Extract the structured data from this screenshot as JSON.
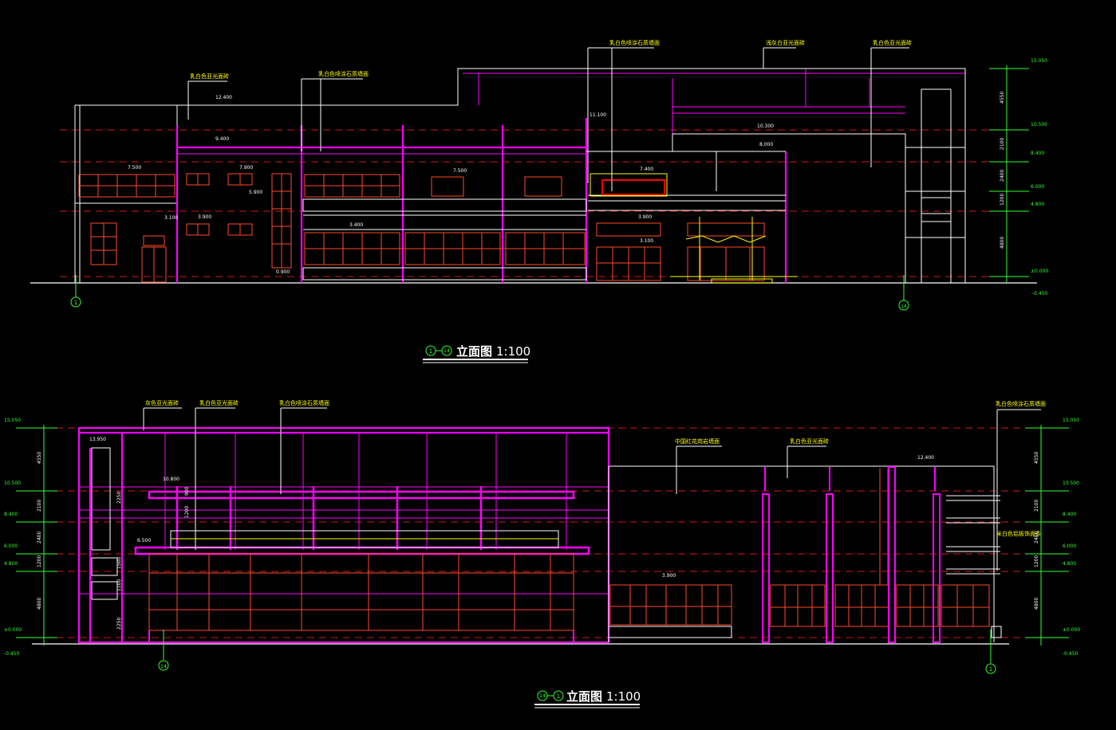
{
  "colors": {
    "background": "#000000",
    "outline": "#ffffff",
    "structure": "#ff00ff",
    "window": "#ff4a2a",
    "annotation": "#ffff00",
    "dimension": "#33ff33",
    "level_line": "#cc1a1a"
  },
  "top": {
    "title": "立面图",
    "title_axis_from": "1",
    "title_axis_to": "14",
    "scale": "1:100",
    "axis_left": "1",
    "axis_right": "14",
    "notes": [
      "乳白色亚光面砖",
      "乳白色喷涂石质墙面",
      "乳白色喷涂石质墙面",
      "浅灰白亚光面砖",
      "乳白色亚光面砖"
    ],
    "levels": [
      "15.050",
      "10.500",
      "8.400",
      "6.000",
      "4.800",
      "±0.000",
      "-0.450"
    ],
    "dims": [
      "4550",
      "2100",
      "2400",
      "1200",
      "4800"
    ],
    "marks": [
      "12.400",
      "11.100",
      "10.300",
      "8.000",
      "9.400",
      "7.900",
      "7.500",
      "7.500",
      "7.400",
      "3.900",
      "3.900",
      "3.100",
      "3.400",
      "3.100",
      "5.900",
      "0.900"
    ]
  },
  "bottom": {
    "title": "立面图",
    "title_axis_from": "14",
    "title_axis_to": "1",
    "scale": "1:100",
    "axis_left": "14",
    "axis_right": "1",
    "notes": [
      "灰色亚光面砖",
      "乳白色亚光面砖",
      "乳白色喷涂石质墙面",
      "中国红花岗岩墙面",
      "乳白色亚光面砖",
      "乳白色喷涂石质墙面",
      "米白色铝板饰面条"
    ],
    "levels_left": [
      "15.050",
      "10.500",
      "8.400",
      "6.000",
      "4.800",
      "±0.000",
      "-0.450"
    ],
    "levels_right": [
      "15.050",
      "10.500",
      "8.400",
      "6.000",
      "4.800",
      "±0.000",
      "-0.450"
    ],
    "dims_left": [
      "4550",
      "2100",
      "2400",
      "1200",
      "4800"
    ],
    "dims_right": [
      "4550",
      "2100",
      "2400",
      "1200",
      "4800"
    ],
    "marks": [
      "13.950",
      "10.800",
      "6.500",
      "3.900",
      "12.400",
      "2250",
      "1200",
      "900",
      "1500",
      "1100",
      "2250"
    ]
  }
}
